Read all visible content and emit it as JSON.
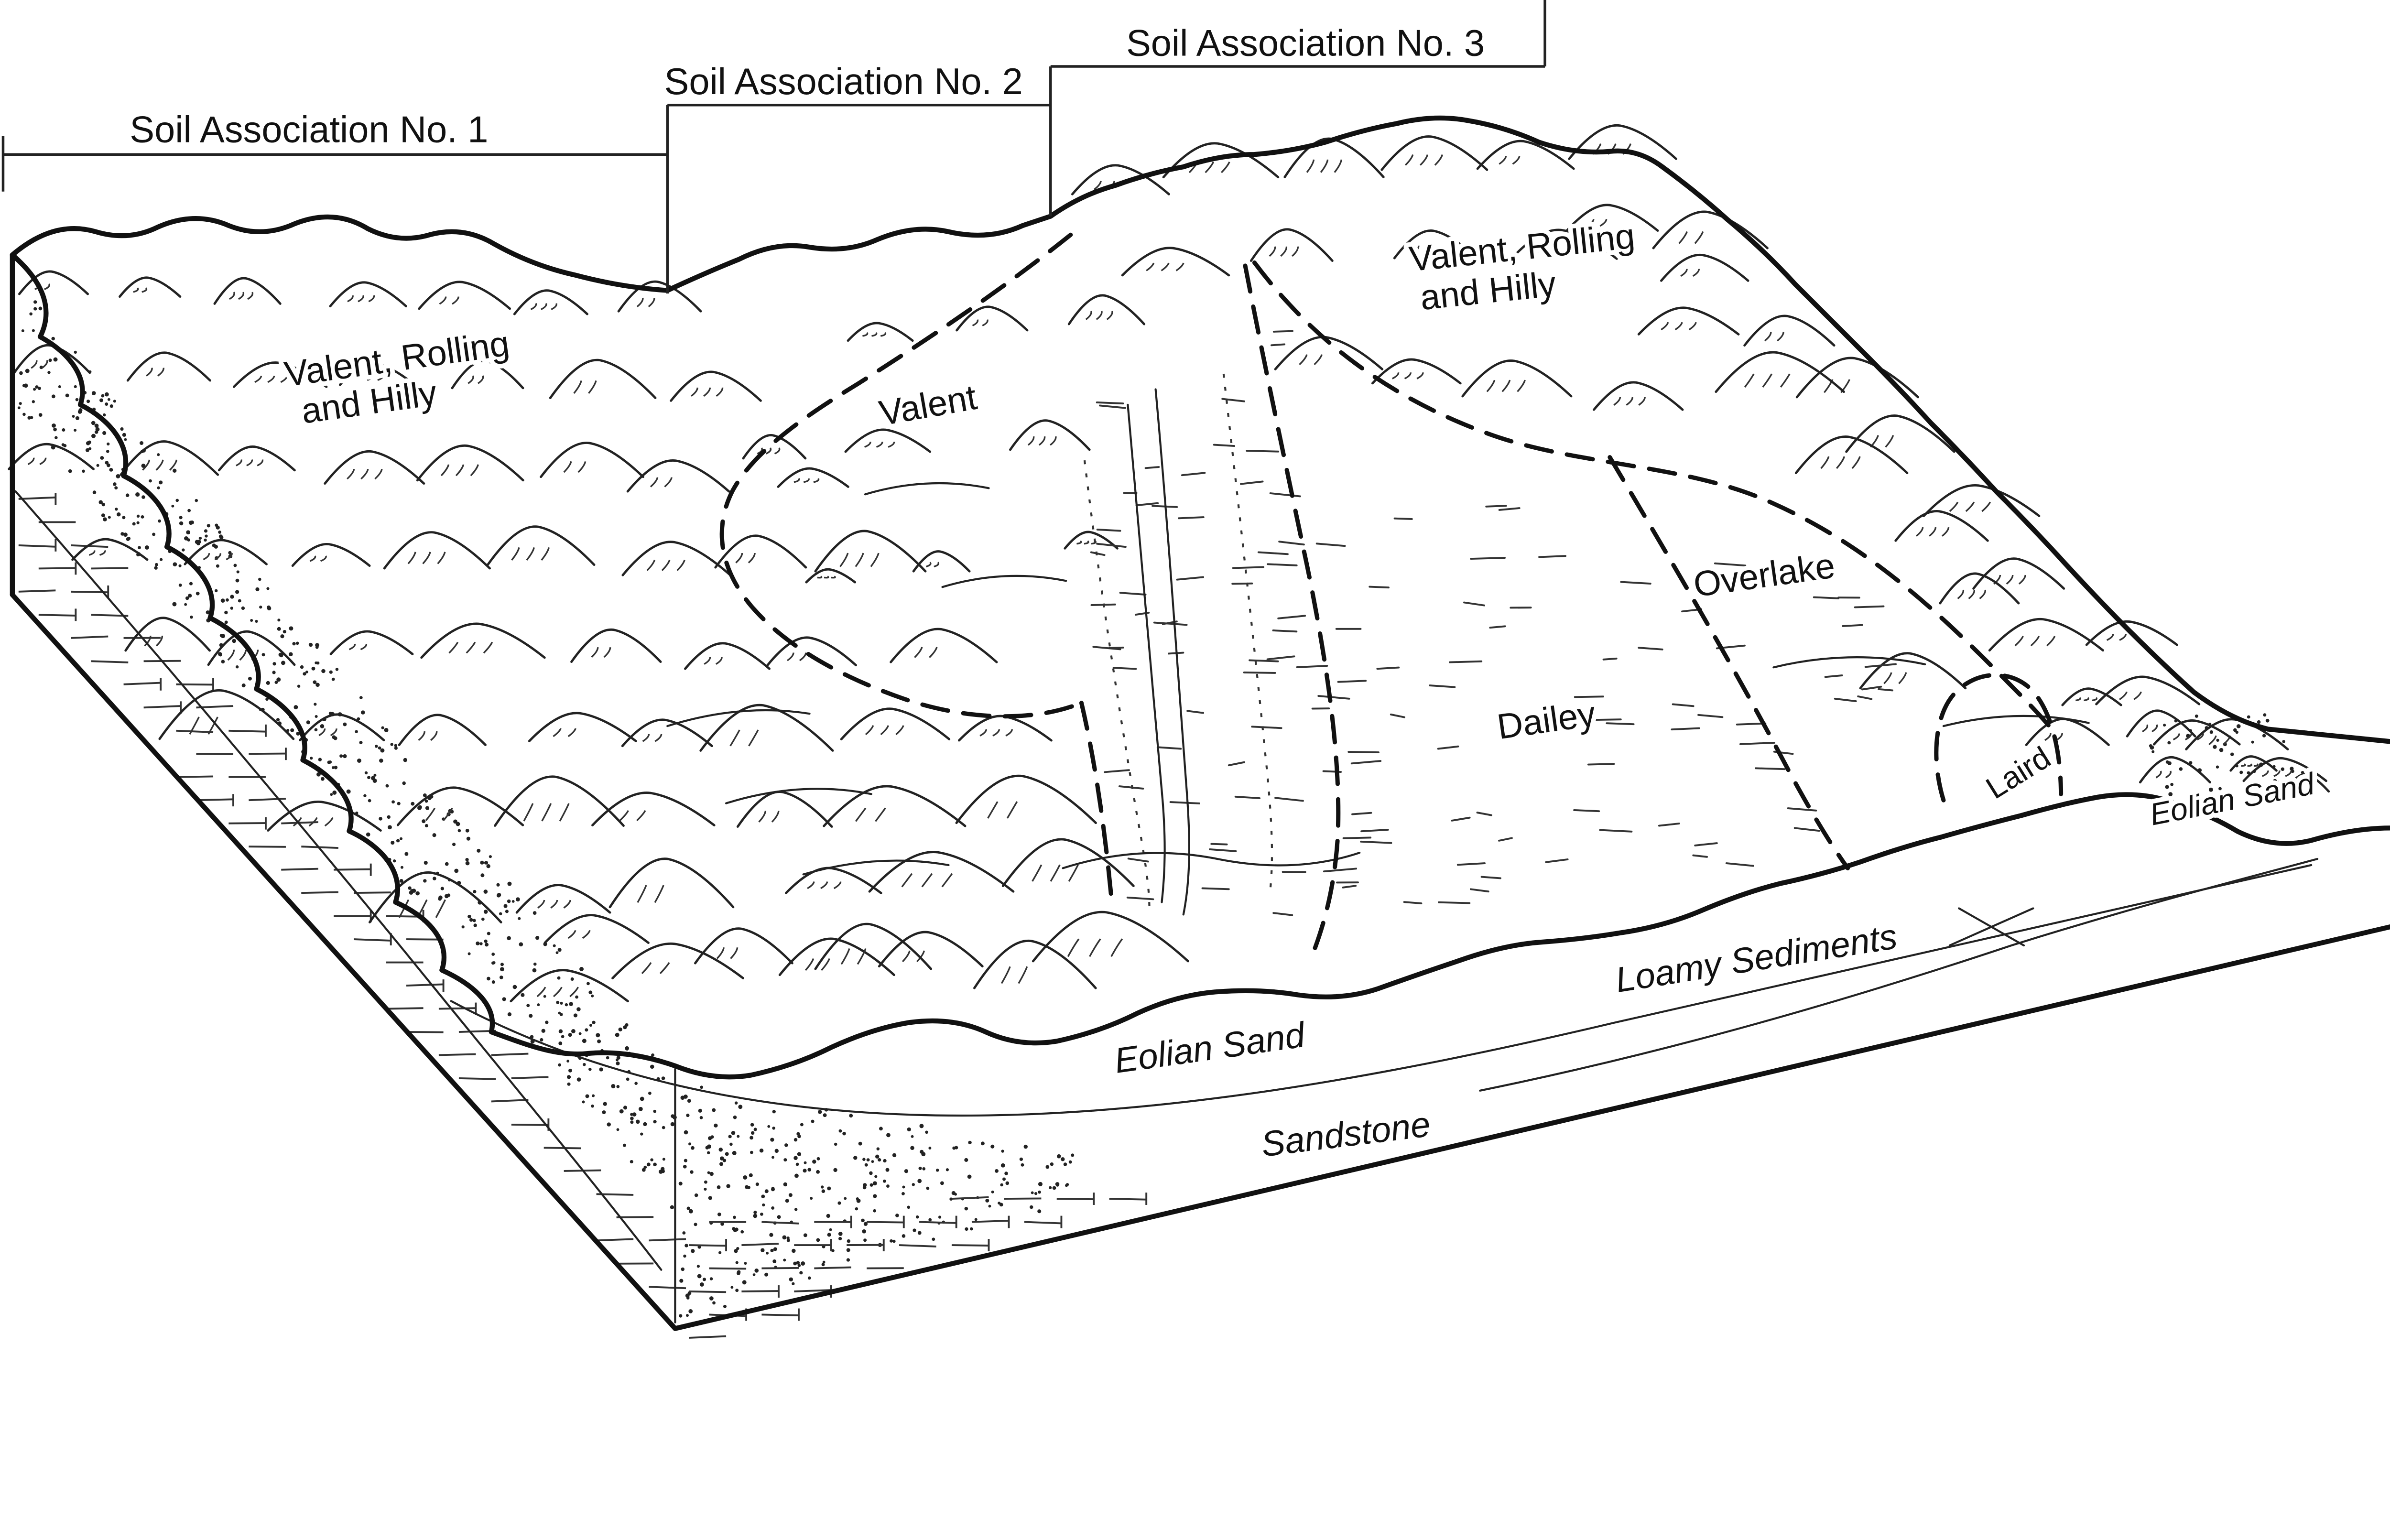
{
  "diagram": {
    "title_hint": "Soil associations block diagram",
    "associations": [
      {
        "label": "Soil Association No. 1"
      },
      {
        "label": "Soil Association No. 2"
      },
      {
        "label": "Soil Association No. 3"
      }
    ],
    "surface_labels": {
      "valent_rolling_left_line1": "Valent, Rolling",
      "valent_rolling_left_line2": "and Hilly",
      "valent": "Valent",
      "valent_rolling_right_line1": "Valent, Rolling",
      "valent_rolling_right_line2": "and Hilly",
      "overlake": "Overlake",
      "dailey": "Dailey",
      "laird": "Laird",
      "eolian_sand_surface": "Eolian Sand"
    },
    "substrate_labels": {
      "eolian_sand": "Eolian Sand",
      "sandstone": "Sandstone",
      "loamy_sediments": "Loamy Sediments"
    },
    "colors": {
      "ink": "#111111",
      "background": "#ffffff"
    }
  }
}
